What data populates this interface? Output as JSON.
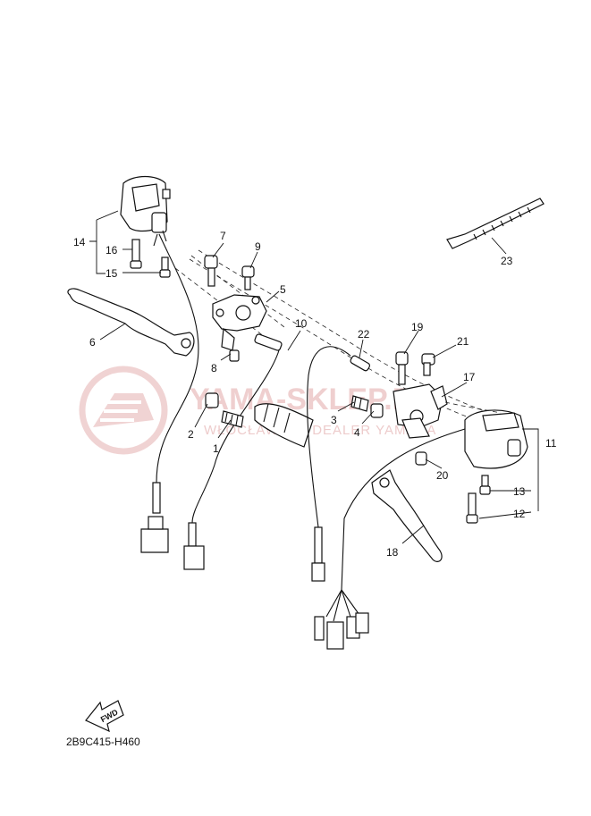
{
  "callouts": {
    "c1": "1",
    "c2": "2",
    "c3": "3",
    "c4": "4",
    "c5": "5",
    "c6": "6",
    "c7": "7",
    "c8": "8",
    "c9": "9",
    "c10": "10",
    "c11": "11",
    "c12": "12",
    "c13": "13",
    "c14": "14",
    "c15": "15",
    "c16": "16",
    "c17": "17",
    "c18": "18",
    "c19": "19",
    "c20": "20",
    "c21": "21",
    "c22": "22",
    "c23": "23"
  },
  "watermark": {
    "title": "YAMA-SKLEP.PL",
    "subtitle": "WŁOCŁAWEK | DEALER YAMAHA"
  },
  "fwd_label": "FWD",
  "diagram_code": "2B9C415-H460"
}
